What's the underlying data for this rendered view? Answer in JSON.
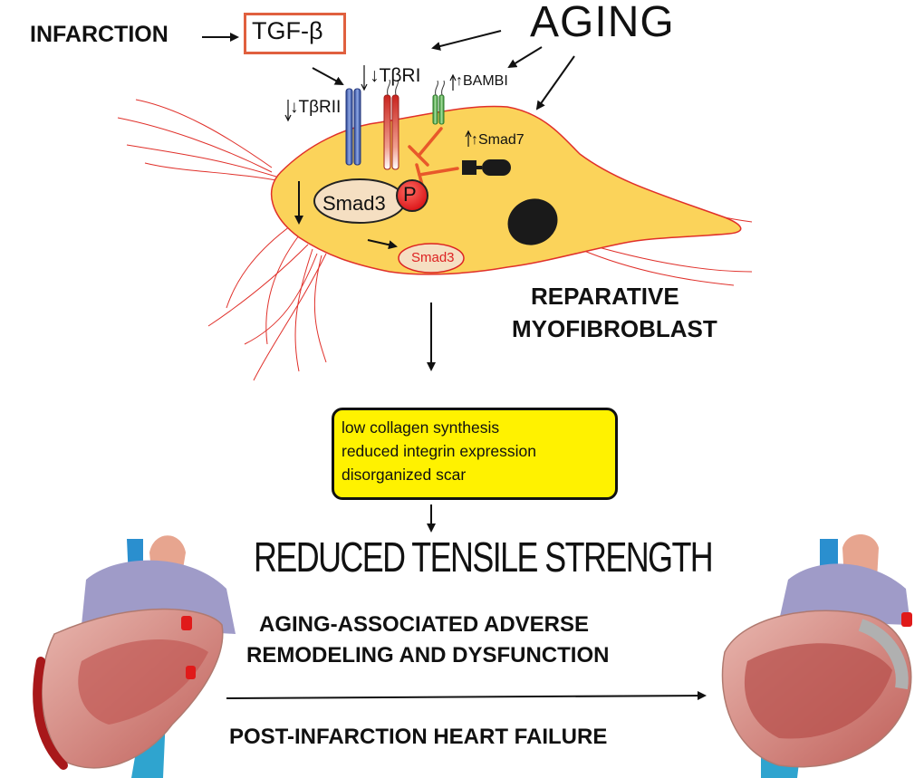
{
  "labels": {
    "infarction": "INFARCTION",
    "tgf_beta": "TGF-β",
    "aging": "AGING",
    "tbetari": "↓TβRI",
    "tbetarii": "↓TβRII",
    "bambi": "↑BAMBI",
    "smad7": "↑Smad7",
    "smad3_cytoplasm": "Smad3",
    "smad3_nucleus": "Smad3",
    "phospho": "P",
    "cell_type_line1": "REPARATIVE",
    "cell_type_line2": "MYOFIBROBLAST"
  },
  "outcome_box": {
    "lines": [
      "low collagen synthesis",
      "reduced integrin expression",
      "disorganized scar"
    ]
  },
  "result": {
    "tensile": "REDUCED TENSILE STRENGTH",
    "remodeling_line1": "AGING-ASSOCIATED ADVERSE",
    "remodeling_line2": "REMODELING AND DYSFUNCTION",
    "heart_failure": "POST-INFARCTION HEART FAILURE"
  },
  "colors": {
    "cell_fill": "#fbd35a",
    "cell_outline": "#e0302a",
    "box_fill": "#fff200",
    "tgf_border": "#e0603f",
    "receptor_blue": "#3d5fb4",
    "receptor_red": "#e0442a",
    "receptor_green": "#58b148",
    "inhibitor_orange": "#e8582a"
  }
}
